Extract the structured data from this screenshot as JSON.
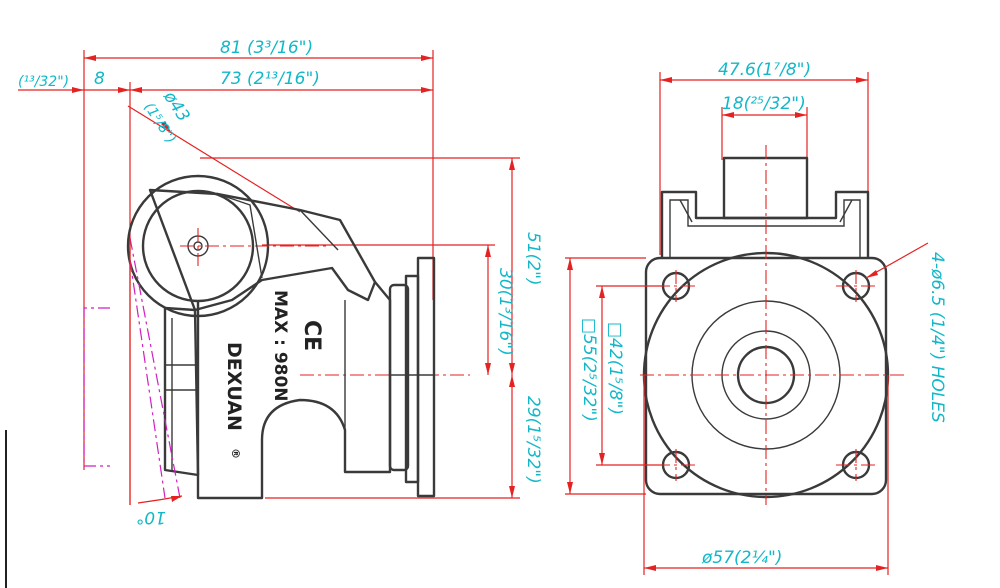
{
  "side_view": {
    "overall_length": "81 (3³/16\")",
    "offset_inch": "(¹³/32\")",
    "offset_mm": "8",
    "body_length": "73 (2¹³/16\")",
    "wheel_dia_mm": "ø43",
    "wheel_dia_inch": "(1⁵/8\")",
    "total_height": "51(2\")",
    "upper_height": "30(1³/16\")",
    "lower_height": "29(1⁵/32\")",
    "swing_angle": "10°",
    "marking_load": "MAX : 980N",
    "marking_ce": "CE",
    "marking_brand": "DEXUAN",
    "marking_reg": "®"
  },
  "front_view": {
    "top_width": "47.6(1⁷/8\")",
    "stem_width": "18(²⁵/32\")",
    "plate_square": "□55(2⁵/32\")",
    "hole_square": "□42(1⁵/8\")",
    "holes": "4-ø6.5 (1/4\") HOLES",
    "base_dia": "ø57(2¼\")"
  },
  "colors": {
    "dimension_text": "#12b8c8",
    "dimension_line": "#e52222",
    "outline": "#3a3a3a",
    "swing_line": "#d020c0"
  }
}
